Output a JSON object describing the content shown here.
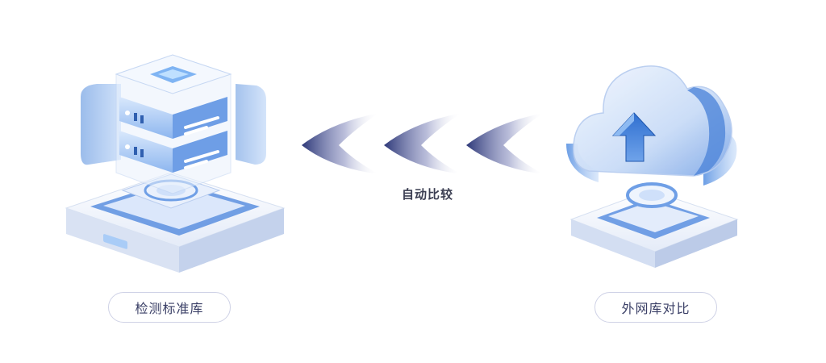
{
  "labels": {
    "left_node": "检测标准库",
    "right_node": "外网库对比",
    "flow": "自动比较"
  },
  "colors": {
    "pill_border": "#cfd2e6",
    "pill_text": "#3a3f66",
    "arrow": "#2f3a7a",
    "accent_blue": "#3a7bd5",
    "light_blue": "#cfe2fb"
  },
  "icons": {
    "left": "server-database-icon",
    "right": "cloud-upload-icon",
    "flow": "chevron-arrows-left-icon"
  }
}
